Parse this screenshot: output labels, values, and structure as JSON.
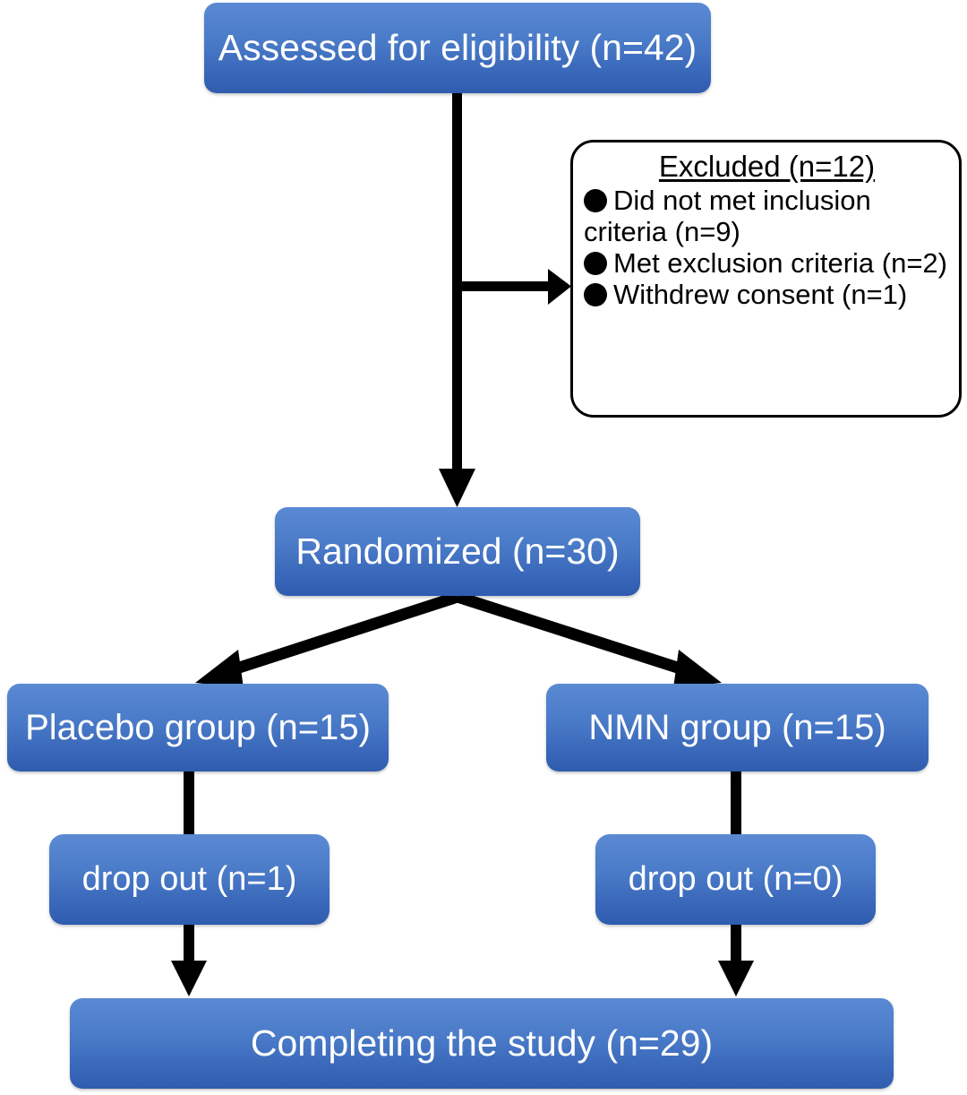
{
  "diagram": {
    "type": "consort-flow-diagram",
    "title": "CONSORT participant flow",
    "colors": {
      "node_fill_top": "#5b8ad4",
      "node_fill_bottom": "#2f5cae",
      "node_text": "#ffffff",
      "connector": "#000000",
      "excluded_border": "#000000",
      "background": "#ffffff"
    },
    "nodes": {
      "assessed": {
        "label": "Assessed for eligibility (n=42)",
        "n": 42
      },
      "randomized": {
        "label": "Randomized (n=30)",
        "n": 30
      },
      "placebo": {
        "label": "Placebo group (n=15)",
        "n": 15
      },
      "nmn": {
        "label": "NMN group (n=15)",
        "n": 15
      },
      "dropout_placebo": {
        "label": "drop out (n=1)",
        "n": 1
      },
      "dropout_nmn": {
        "label": "drop out (n=0)",
        "n": 0
      },
      "completing": {
        "label": "Completing the study (n=29)",
        "n": 29
      }
    },
    "excluded": {
      "title": "Excluded (n=12)",
      "n": 12,
      "items": [
        {
          "label": "Did not met inclusion criteria (n=9)",
          "n": 9
        },
        {
          "label": "Met exclusion criteria (n=2)",
          "n": 2
        },
        {
          "label": "Withdrew consent (n=1)",
          "n": 1
        }
      ]
    },
    "edges": [
      {
        "from": "assessed",
        "to": "randomized",
        "style": "arrow-down"
      },
      {
        "from": "assessed",
        "to": "excluded",
        "style": "arrow-right"
      },
      {
        "from": "randomized",
        "to": "placebo",
        "style": "arrow-diagonal-left"
      },
      {
        "from": "randomized",
        "to": "nmn",
        "style": "arrow-diagonal-right"
      },
      {
        "from": "placebo",
        "to": "completing",
        "style": "arrow-down-through-dropout"
      },
      {
        "from": "nmn",
        "to": "completing",
        "style": "arrow-down-through-dropout"
      }
    ]
  }
}
